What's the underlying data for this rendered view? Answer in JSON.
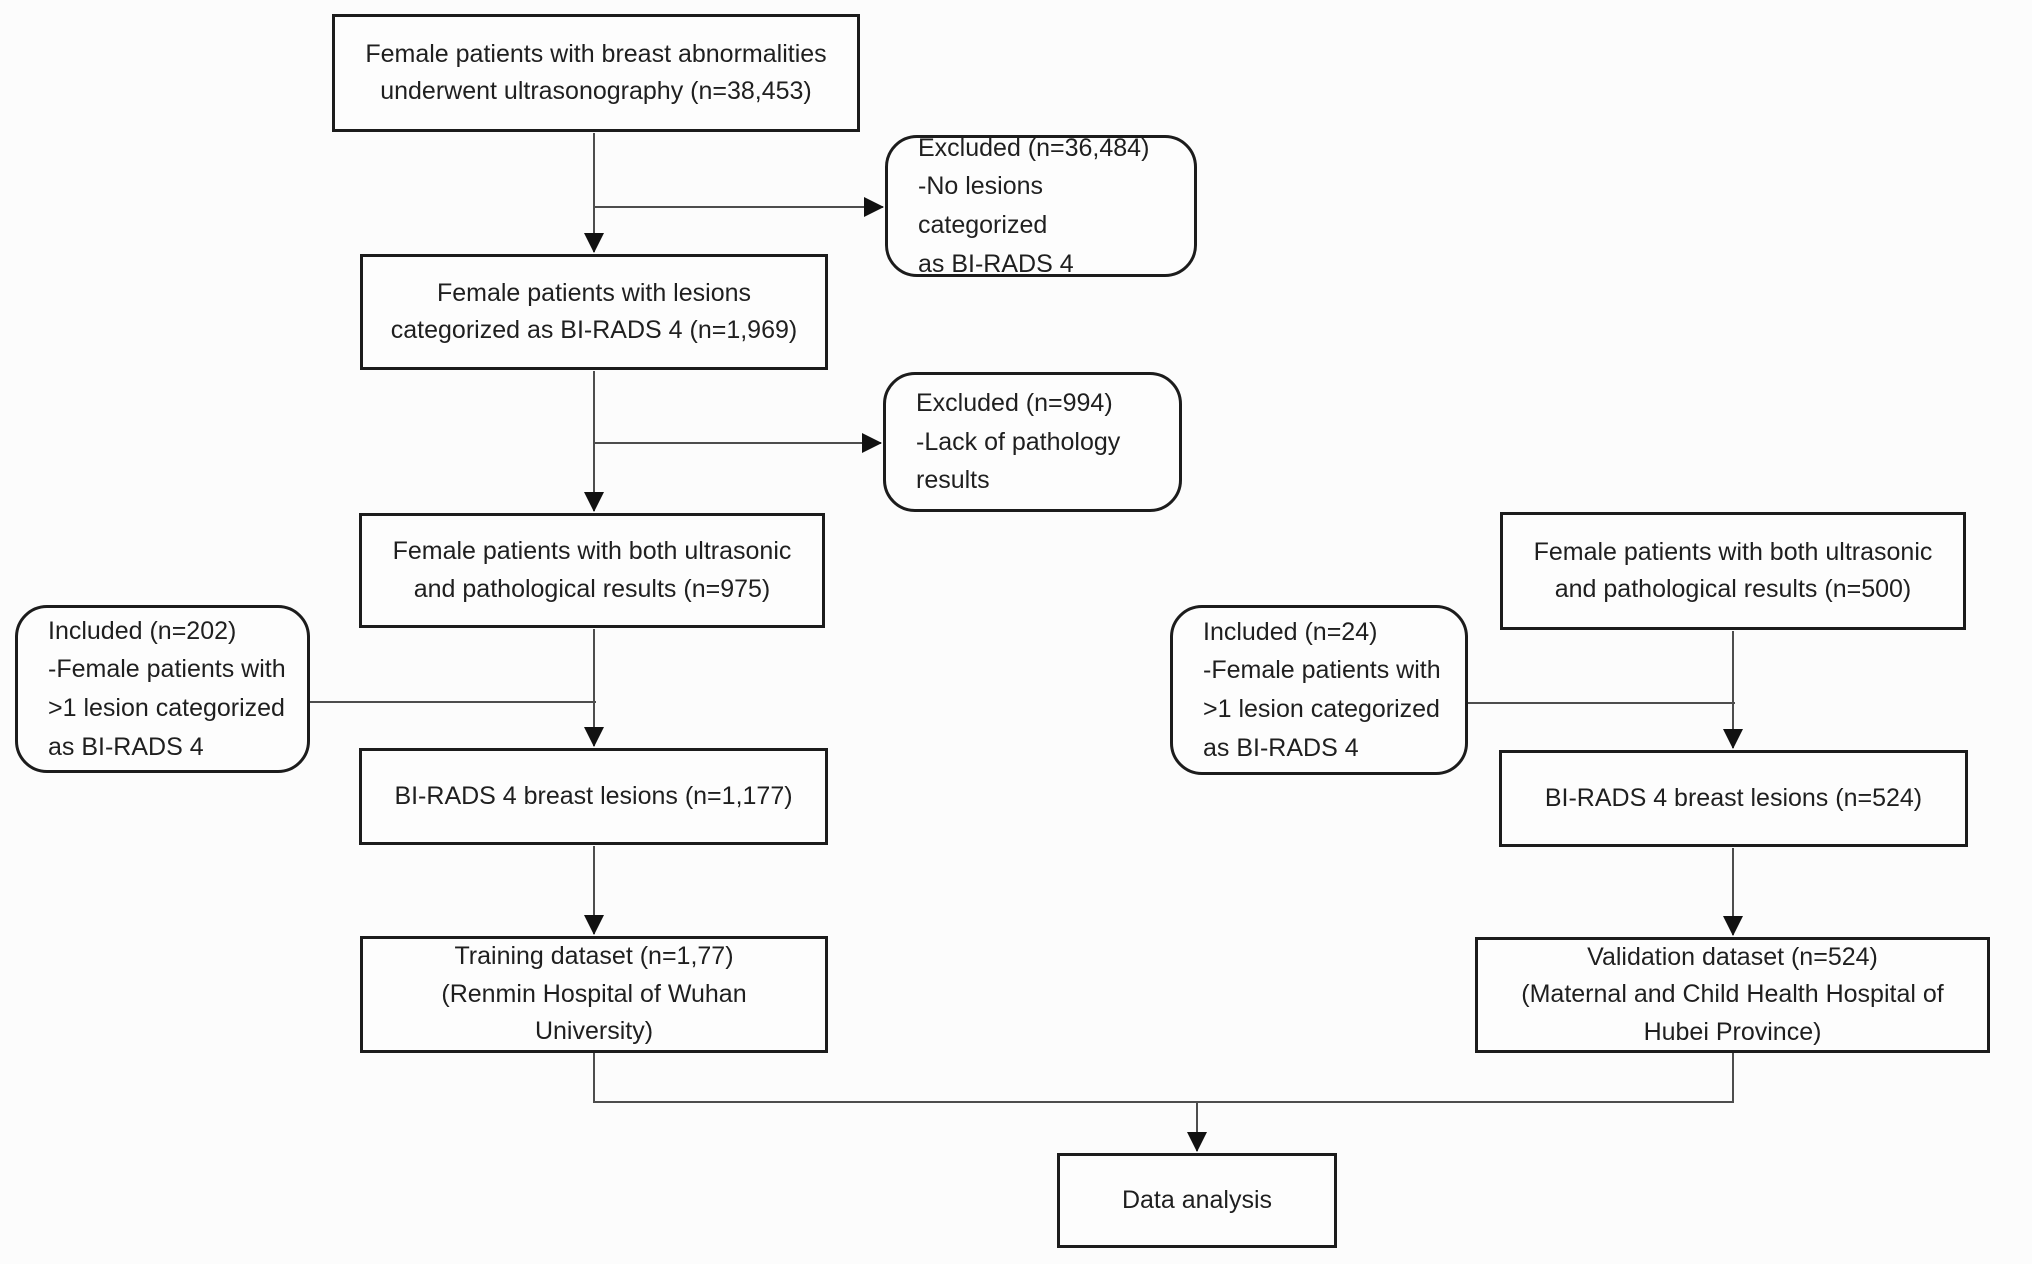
{
  "nodes": {
    "screening": {
      "text": "Female patients with breast abnormalities\nunderwent ultrasonography (n=38,453)"
    },
    "excluded_no_birads": {
      "text": "Excluded (n=36,484)\n-No lesions categorized\nas BI-RADS 4"
    },
    "birads4_patients": {
      "text": "Female patients with lesions\ncategorized as BI-RADS 4 (n=1,969)"
    },
    "excluded_pathology": {
      "text": "Excluded (n=994)\n-Lack of pathology\nresults"
    },
    "us_path_975": {
      "text": "Female patients with both ultrasonic\nand pathological results (n=975)"
    },
    "included_202": {
      "text": "Included (n=202)\n-Female patients with\n>1 lesion categorized\nas BI-RADS 4"
    },
    "lesions_1177": {
      "text": "BI-RADS 4 breast lesions (n=1,177)"
    },
    "training": {
      "text": "Training dataset (n=1,77)\n(Renmin Hospital of Wuhan\nUniversity)"
    },
    "us_path_500": {
      "text": "Female patients with both ultrasonic\nand pathological results (n=500)"
    },
    "included_24": {
      "text": "Included (n=24)\n-Female patients with\n>1 lesion categorized\nas BI-RADS 4"
    },
    "lesions_524": {
      "text": "BI-RADS 4 breast lesions (n=524)"
    },
    "validation": {
      "text": "Validation dataset (n=524)\n(Maternal and Child Health Hospital of\nHubei Province)"
    },
    "analysis": {
      "text": "Data analysis"
    }
  },
  "colors": {
    "box_border": "#1c1c1c",
    "connector": "#4d4d4d",
    "arrowhead": "#111111",
    "text": "#1f1f1f",
    "background": "#fcfcfc"
  }
}
